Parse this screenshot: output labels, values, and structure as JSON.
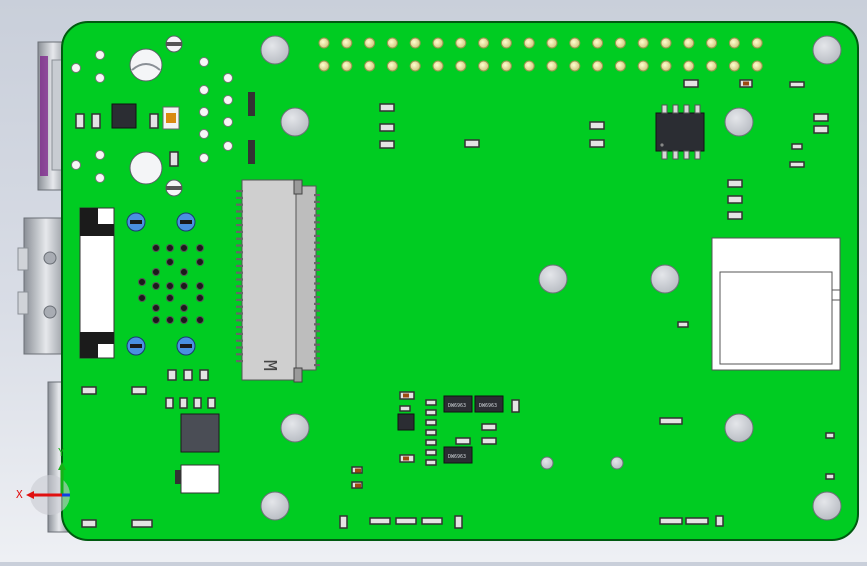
{
  "scene": {
    "background_top": "#c9cfda",
    "background_bottom": "#eef0f4",
    "board_color": "#00cc22",
    "board_edge_color": "#005a10",
    "slot_label": "M",
    "ic_marking": "DW6963",
    "axis_labels": {
      "x": "X",
      "y": "Y"
    },
    "axis_colors": {
      "x": "#e01010",
      "y": "#18b018",
      "z": "#1040e0"
    }
  }
}
